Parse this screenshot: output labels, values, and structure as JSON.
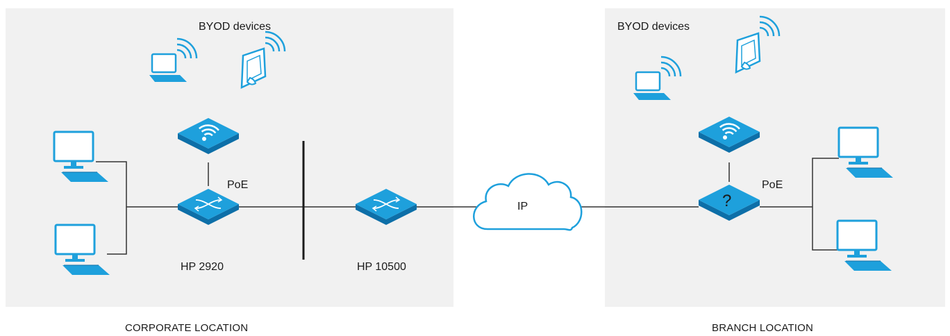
{
  "corporate": {
    "byod_label": "BYOD devices",
    "poe_label": "PoE",
    "switch_label": "HP 2920",
    "location_label": "CORPORATE LOCATION"
  },
  "core": {
    "switch_label": "HP 10500"
  },
  "wan": {
    "cloud_label": "IP"
  },
  "branch": {
    "byod_label": "BYOD devices",
    "poe_label": "PoE",
    "switch_symbol": "?",
    "location_label": "BRANCH LOCATION"
  },
  "colors": {
    "device_blue": "#1ea0dc",
    "device_dark": "#0d6fa8",
    "zone_bg": "#f1f1f1",
    "line": "#333333"
  }
}
